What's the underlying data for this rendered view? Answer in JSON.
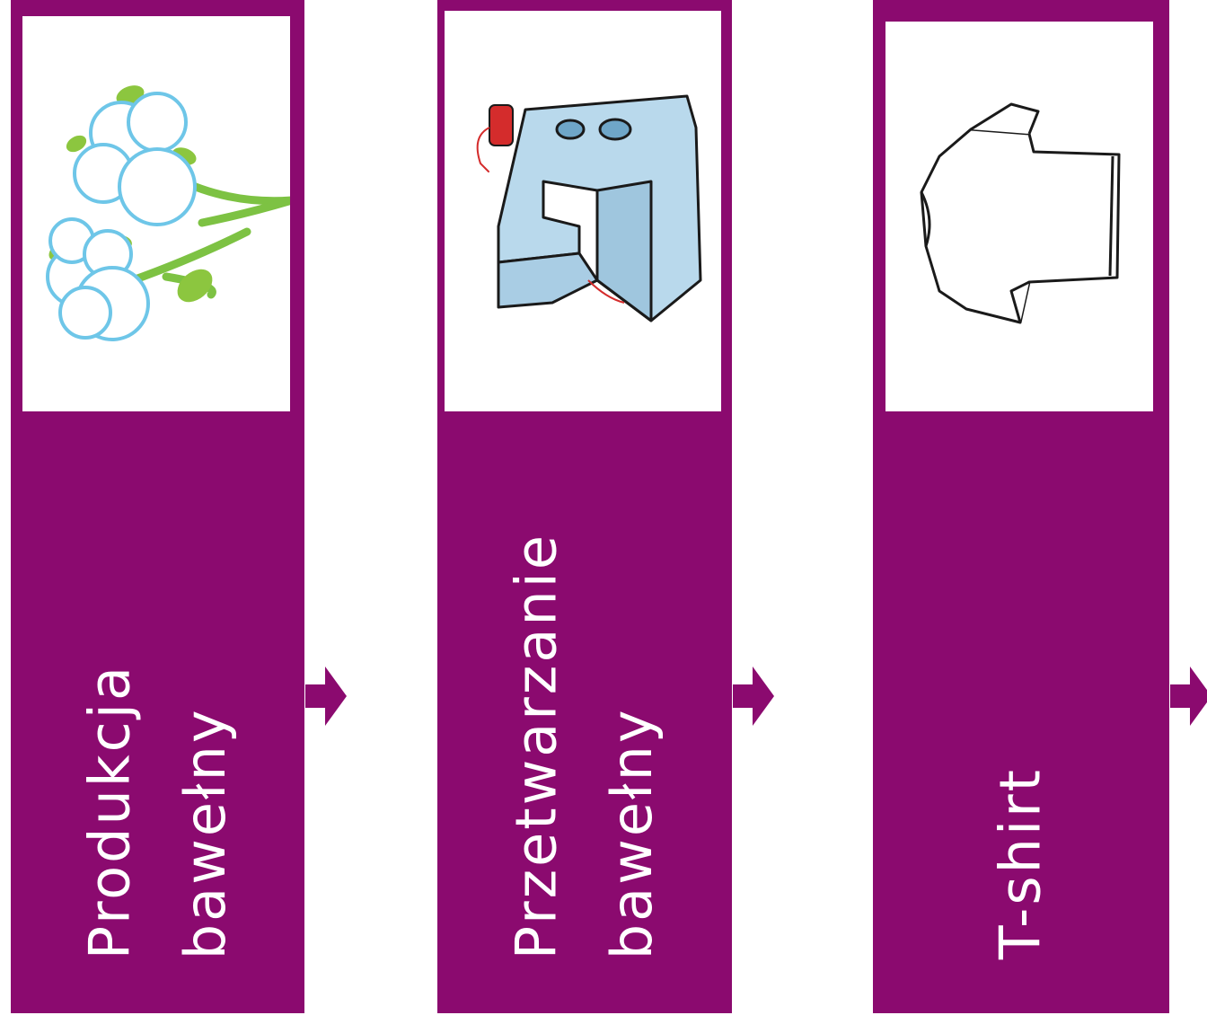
{
  "stages": [
    {
      "label_line1": "Produkcja",
      "label_line2": "bawełny",
      "image": "cotton-plant-icon"
    },
    {
      "label_line1": "Przetwarzanie",
      "label_line2": "bawełny",
      "image": "sewing-machine-icon"
    },
    {
      "label_line1": "T-shirt",
      "label_line2": "",
      "image": "tshirt-icon"
    }
  ],
  "colors": {
    "stage_bg": "#8b0a6f",
    "label_text": "#ffffff",
    "arrow": "#8b0a6f"
  }
}
